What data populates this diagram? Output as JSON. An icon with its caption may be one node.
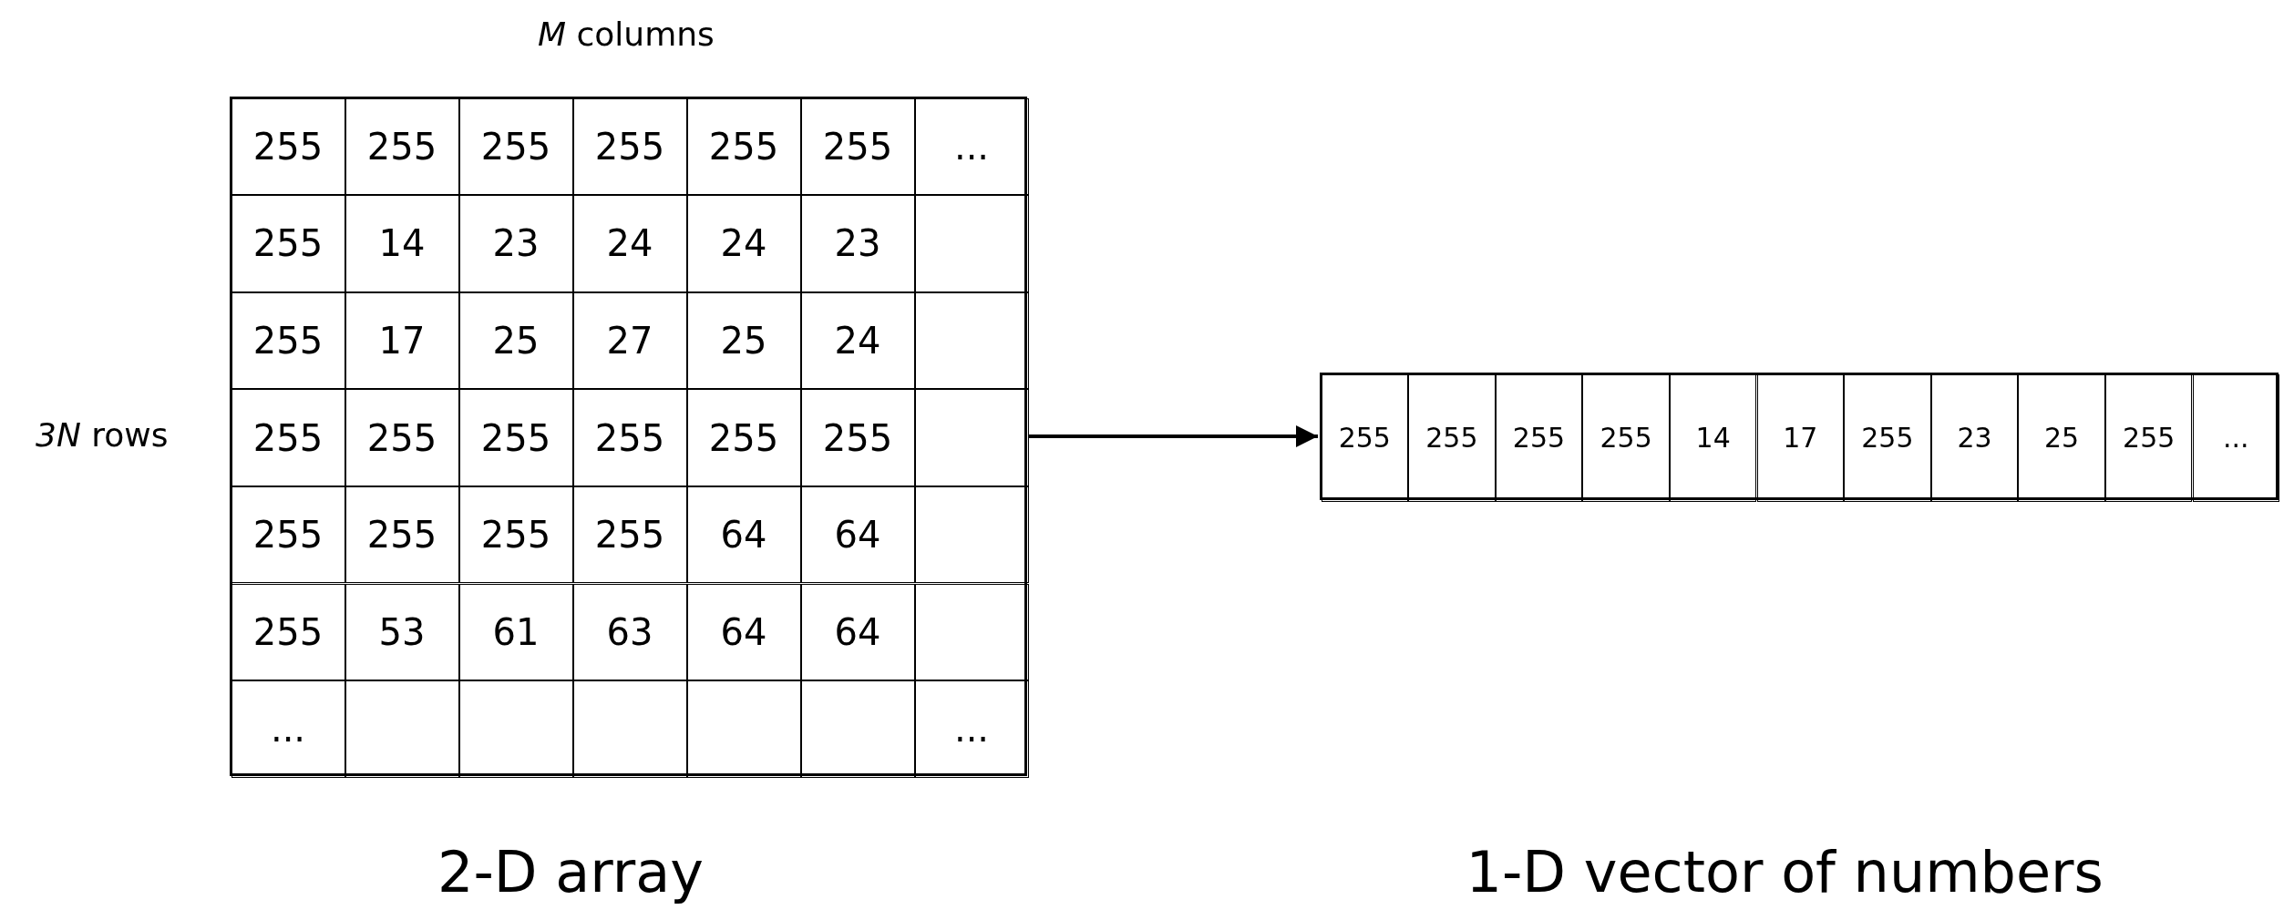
{
  "diagram": {
    "nodes": [
      {
        "text": [],
        "shape": "box"
      },
      {
        "text": [],
        "shape": "box"
      }
    ],
    "edges": [
      {
        "from": 0,
        "to": 1,
        "arrow": "to"
      }
    ],
    "labels": [
      "*M* columns",
      "*3N* rows",
      "255",
      "255",
      "255",
      "255",
      "255",
      "255",
      "...",
      "255",
      "14",
      "23",
      "24",
      "24",
      "23",
      "255",
      "17",
      "25",
      "27",
      "25",
      "24",
      "255",
      "255",
      "255",
      "255",
      "255",
      "255",
      "255",
      "255",
      "255",
      "255",
      "64",
      "64",
      "255",
      "53",
      "61",
      "63",
      "64",
      "64",
      "...",
      "...",
      "255",
      "255",
      "255",
      "255",
      "14",
      "17",
      "255",
      "23",
      "25",
      "255",
      "...",
      "2-D array",
      "1-D vector of numbers"
    ]
  }
}
